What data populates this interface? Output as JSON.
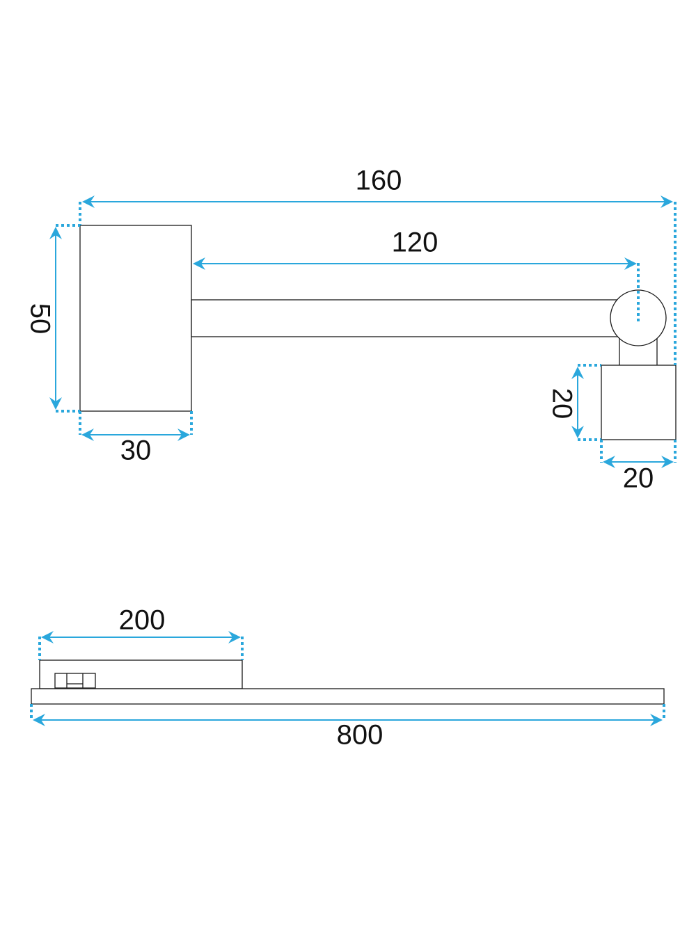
{
  "diagram": {
    "colors": {
      "dimension": "#2aa7dc",
      "outline": "#1a1a1a",
      "text": "#111111",
      "background": "#ffffff"
    },
    "side_view": {
      "dim_overall_width": "160",
      "dim_arm_length": "120",
      "dim_base_height": "50",
      "dim_base_width": "30",
      "dim_head_height": "20",
      "dim_head_width": "20"
    },
    "top_view": {
      "dim_base_length": "200",
      "dim_total_length": "800"
    }
  }
}
